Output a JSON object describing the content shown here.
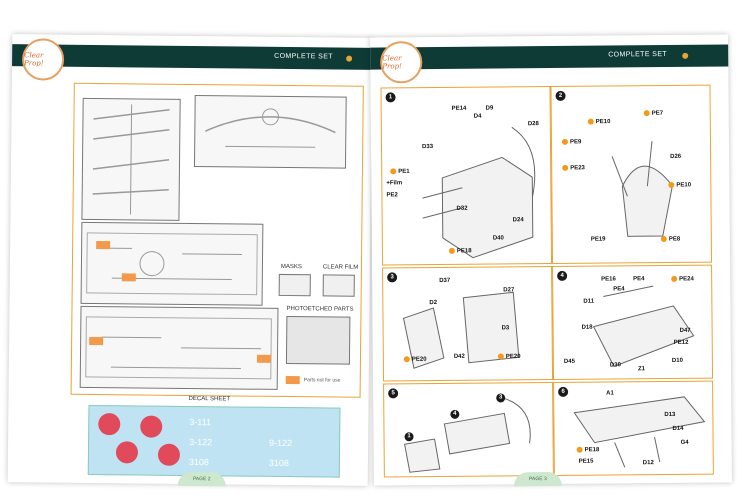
{
  "left_page": {
    "header_title": "COMPLETE SET",
    "logo_text": "Clear Prop!",
    "masks_label": "MASKS",
    "clear_film_label": "CLEAR FILM",
    "photoetched_label": "PHOTOETCHED PARTS",
    "not_for_use_note": "Parts not for use",
    "decal_sheet_label": "DECAL SHEET",
    "decal_numbers": [
      "3-111",
      "3-122",
      "3108",
      "9-122",
      "3108"
    ],
    "page_number": "PAGE 2",
    "accent_color": "#e8a437",
    "header_color": "#0f3b36",
    "not_for_use_color": "#f39a4a"
  },
  "right_page": {
    "header_title": "COMPLETE SET",
    "logo_text": "Clear Prop!",
    "page_number": "PAGE 3",
    "steps": [
      {
        "num": "1",
        "labels": [
          "PE14",
          "D4",
          "D9",
          "D28",
          "D33",
          "PE1",
          "+Film",
          "PE2",
          "D32",
          "D24",
          "D40",
          "PE18"
        ]
      },
      {
        "num": "2",
        "labels": [
          "PE10",
          "PE7",
          "PE9",
          "D26",
          "PE23",
          "PE10",
          "PE19",
          "PE8"
        ]
      },
      {
        "num": "3",
        "labels": [
          "D37",
          "D27",
          "D2",
          "D3",
          "PE20",
          "D42",
          "PE20"
        ]
      },
      {
        "num": "4",
        "labels": [
          "PE16",
          "PE4",
          "PE24",
          "PE4",
          "D11",
          "D18",
          "D47",
          "PE12",
          "D45",
          "D30",
          "Z1",
          "D10"
        ]
      },
      {
        "num": "5",
        "labels": [
          "1",
          "3",
          "4"
        ]
      },
      {
        "num": "6",
        "labels": [
          "A1",
          "D13",
          "D14",
          "G4",
          "PE18",
          "PE15",
          "D12"
        ]
      }
    ]
  }
}
